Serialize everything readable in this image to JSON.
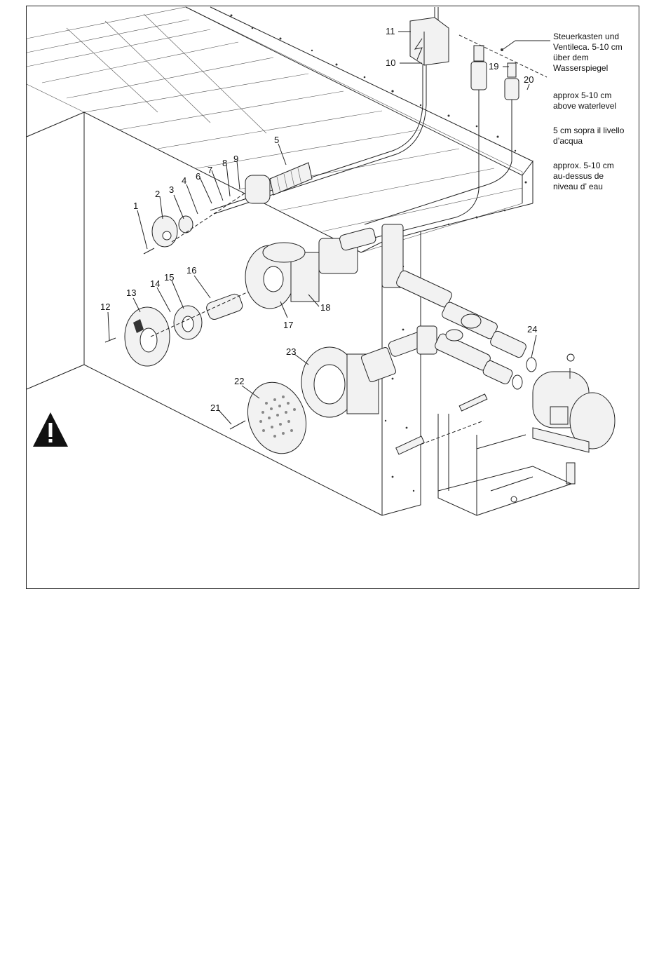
{
  "labels": [
    "1",
    "2",
    "3",
    "4",
    "5",
    "6",
    "7",
    "8",
    "9",
    "10",
    "11",
    "12",
    "13",
    "14",
    "15",
    "16",
    "17",
    "18",
    "19",
    "20",
    "21",
    "22",
    "23",
    "24"
  ],
  "notes": {
    "de_1": "Steuerkasten und",
    "de_2": "Ventileca. 5-10 cm",
    "de_3": "über dem",
    "de_4": "Wasserspiegel",
    "en_1": "approx 5-10 cm",
    "en_2": "above waterlevel",
    "it_1": "5 cm sopra il livello",
    "it_2": "d’acqua",
    "fr_1": "approx.  5-10 cm",
    "fr_2": "au-dessus de",
    "fr_3": "niveau d’ eau"
  },
  "warning_icon": "warning-triangle-icon",
  "electric_icon": "lightning-bolt-icon"
}
